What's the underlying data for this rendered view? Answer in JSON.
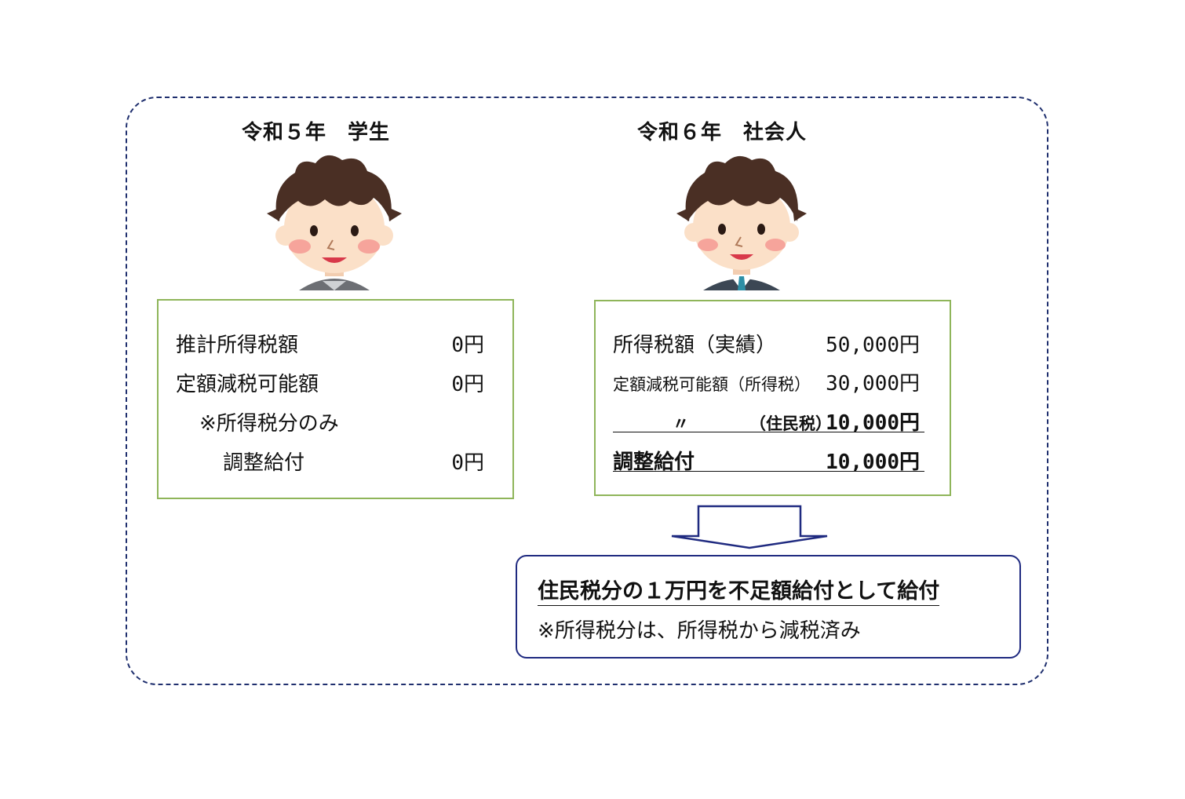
{
  "left": {
    "heading": "令和５年　学生",
    "rows": [
      {
        "label": "推計所得税額",
        "value": "0円"
      },
      {
        "label": "定額減税可能額",
        "value": "0円"
      },
      {
        "label": "※所得税分のみ",
        "value": ""
      },
      {
        "label": "調整給付",
        "value": "0円"
      }
    ]
  },
  "right": {
    "heading": "令和６年　社会人",
    "rows": [
      {
        "label": "所得税額（実績）",
        "value": "50,000円"
      },
      {
        "label": "定額減税可能額（所得税）",
        "value": "30,000円"
      },
      {
        "label_mark": "〃",
        "label_sub": "（住民税）",
        "value": "10,000円"
      },
      {
        "label": "調整給付",
        "value": "10,000円"
      }
    ]
  },
  "result": {
    "line1": "住民税分の１万円を不足額給付として給付",
    "line2": "※所得税分は、所得税から減税済み"
  },
  "colors": {
    "frame_border": "#1f2f6e",
    "box_border": "#8fb55a",
    "arrow": "#1f2a80",
    "hair": "#4a2f24",
    "skin": "#fbe0c8",
    "cheek": "#f6a49b"
  },
  "icons": [
    "student-avatar",
    "worker-avatar",
    "down-arrow-icon"
  ]
}
